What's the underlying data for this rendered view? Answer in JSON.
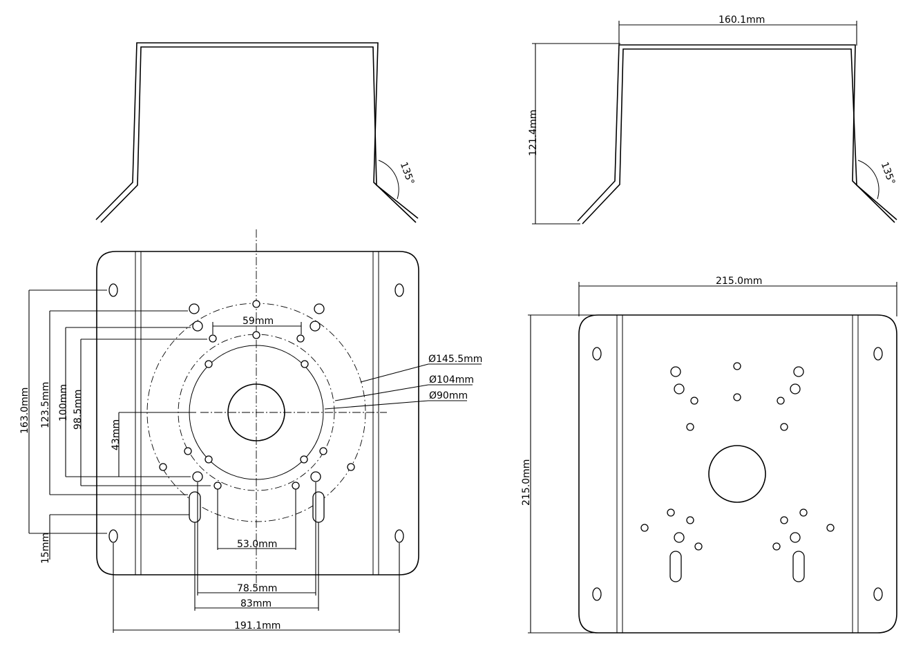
{
  "views": {
    "side_view_left": {
      "angle": "135°"
    },
    "side_view_right": {
      "width": "160.1mm",
      "height": "121.4mm",
      "angle": "135°"
    },
    "plate_left": {
      "pcd_outer": "Ø145.5mm",
      "pcd_mid": "Ø104mm",
      "pcd_inner": "Ø90mm",
      "top_hole_span": "59mm",
      "bottom_hole_span": "53.0mm",
      "slot_span_inner": "78.5mm",
      "slot_span_outer": "83mm",
      "mount_hole_span": "191.1mm",
      "height_outer": "163.0mm",
      "height_2": "123.5mm",
      "height_3": "100mm",
      "height_4": "98.5mm",
      "center_offset": "43mm",
      "bottom_offset": "15mm"
    },
    "plate_right": {
      "width": "215.0mm",
      "height": "215.0mm"
    }
  }
}
